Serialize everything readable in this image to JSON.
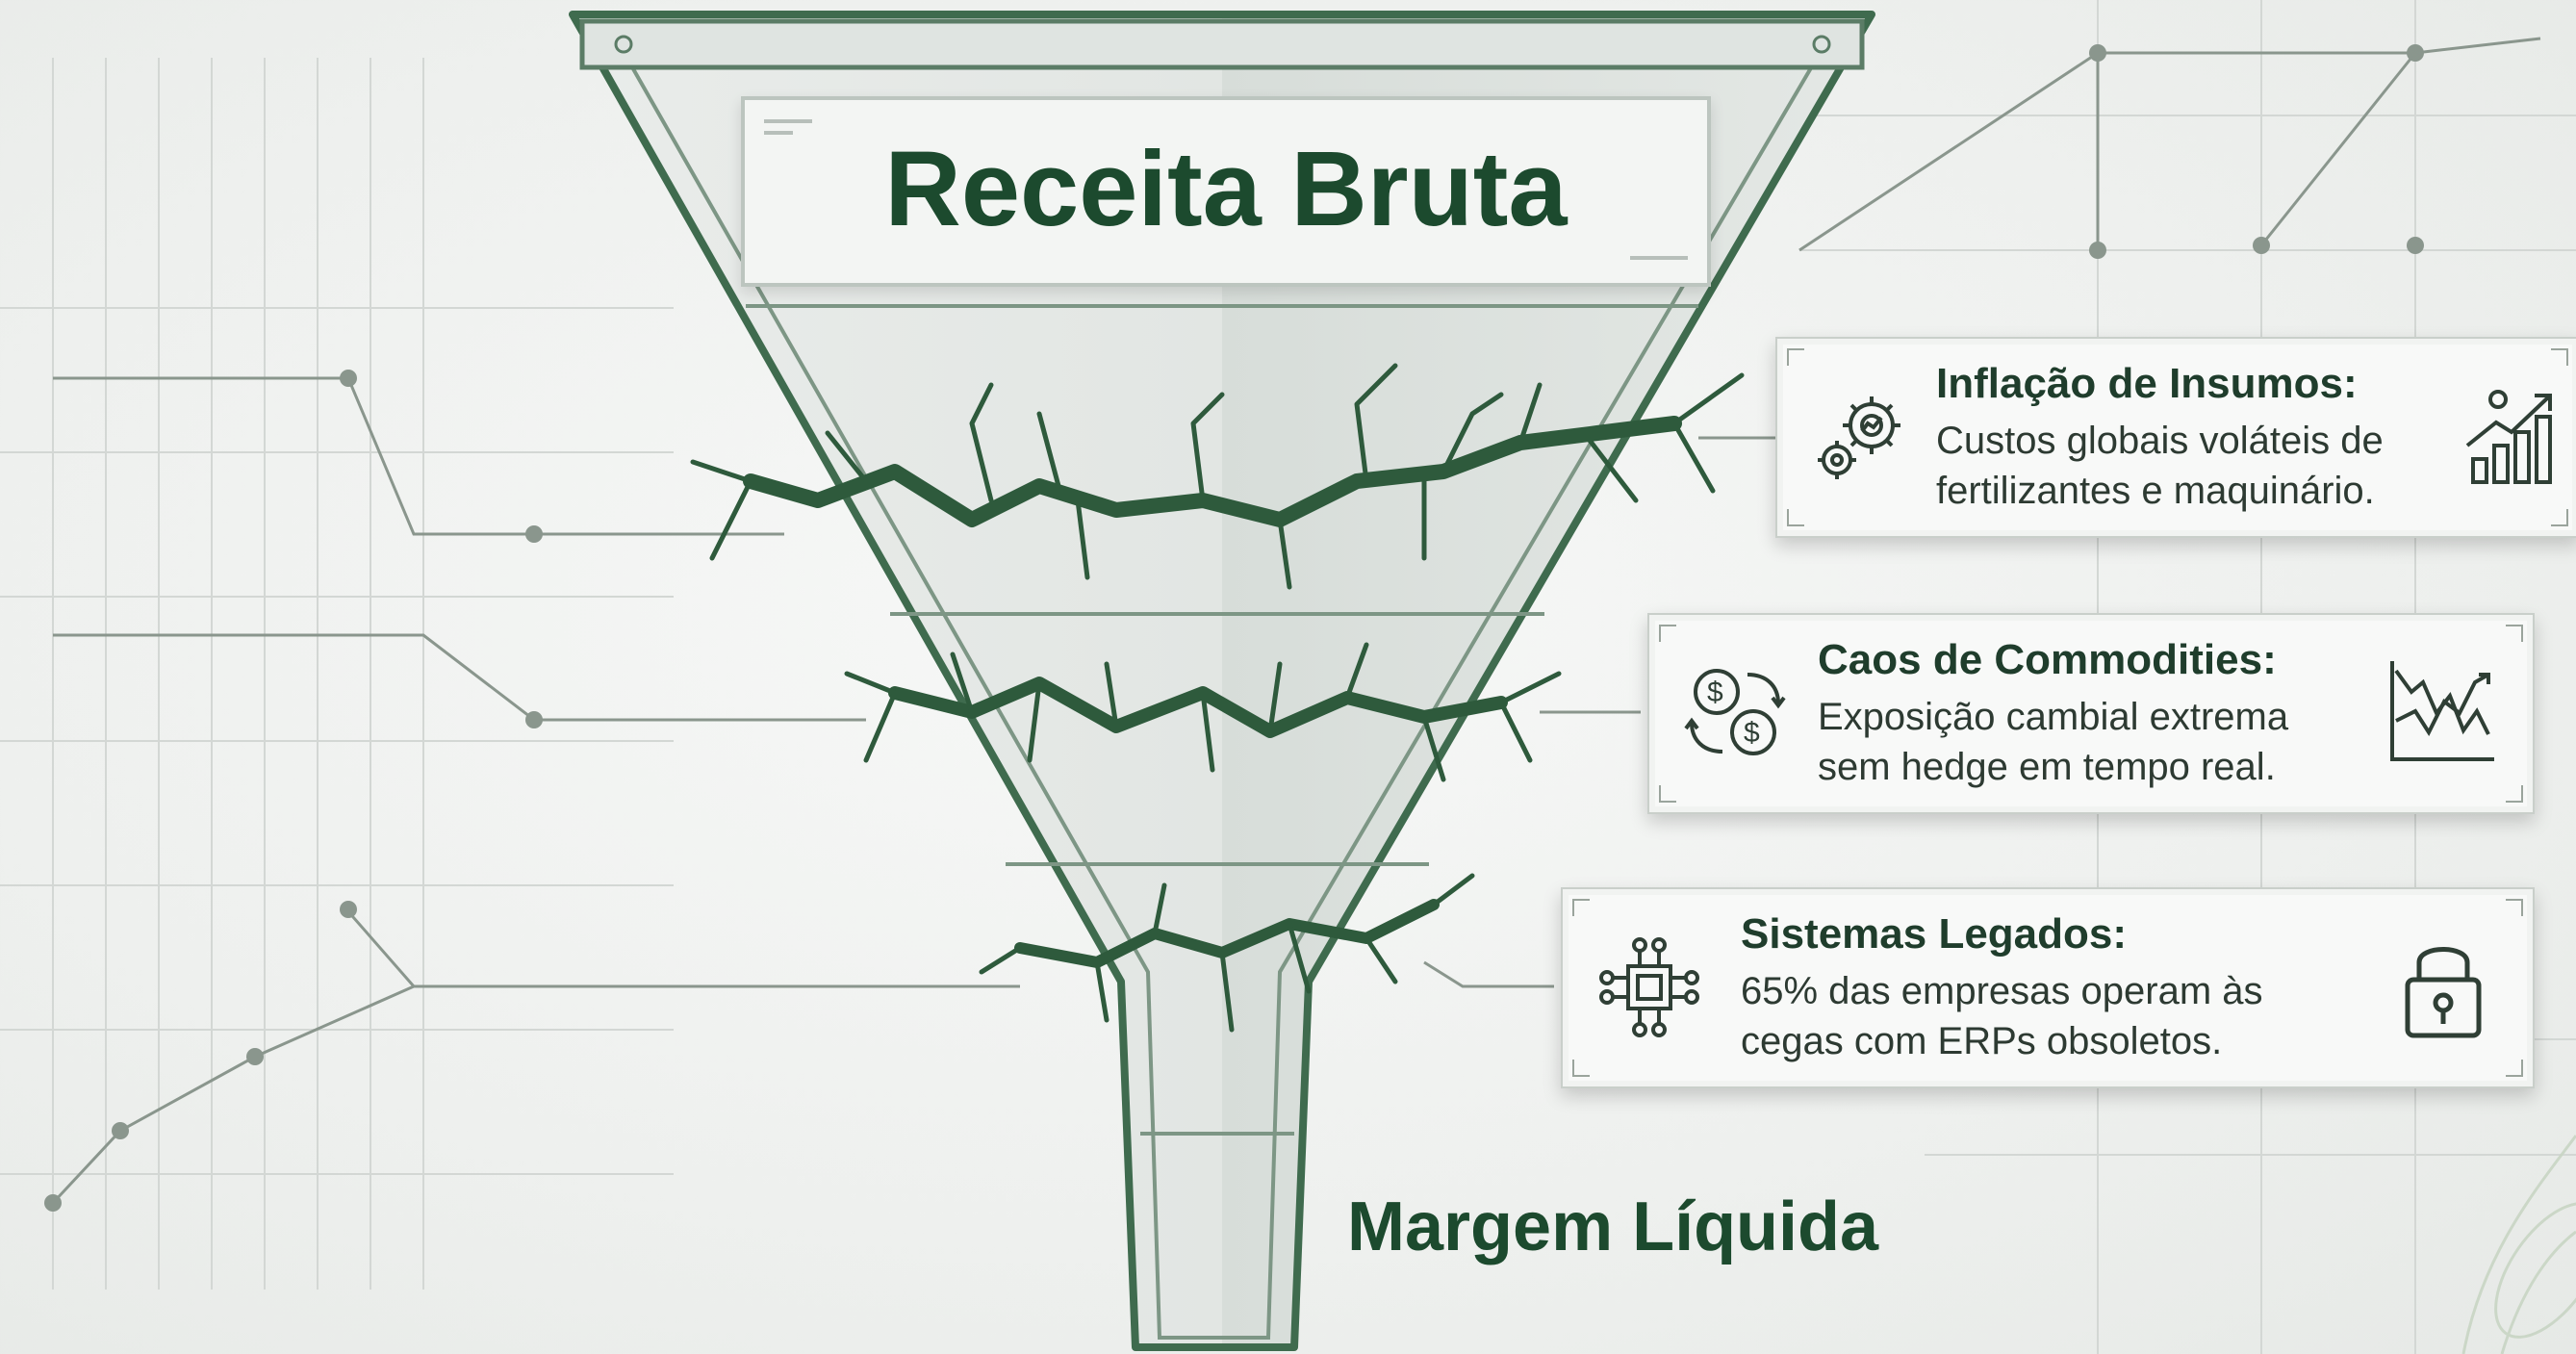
{
  "funnel": {
    "top_label": "Receita Bruta",
    "bottom_label": "Margem Líquida"
  },
  "cards": [
    {
      "title": "Inflação de Insumos:",
      "lines": [
        "Custos globais voláteis de",
        "fertilizantes e maquinário."
      ],
      "left_icon": "gears-icon",
      "right_icon": "rising-bar-chart-icon"
    },
    {
      "title": "Caos de Commodities:",
      "lines": [
        "Exposição cambial extrema",
        "sem hedge em tempo real."
      ],
      "left_icon": "currency-exchange-icon",
      "right_icon": "volatile-line-chart-icon"
    },
    {
      "title": "Sistemas Legados:",
      "lines": [
        "65% das empresas operam às",
        "cegas com ERPs obsoletos."
      ],
      "left_icon": "circuit-chip-icon",
      "right_icon": "padlock-icon"
    }
  ],
  "colors": {
    "primary": "#1c4a2e",
    "funnel_stroke": "#3f6b4e",
    "crack": "#2e5a3c",
    "grid": "#c4c9c5"
  }
}
